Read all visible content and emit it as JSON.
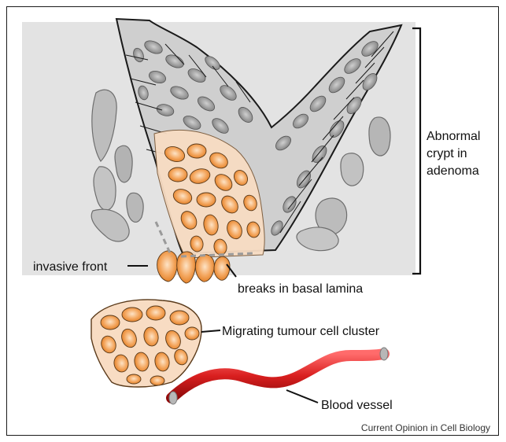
{
  "labels": {
    "abnormal_crypt": [
      "Abnormal",
      "crypt in",
      "adenoma"
    ],
    "invasive_front": "invasive front",
    "breaks": "breaks in basal lamina",
    "cluster": "Migrating tumour cell cluster",
    "vessel": "Blood vessel"
  },
  "caption": "Current Opinion in Cell Biology"
}
